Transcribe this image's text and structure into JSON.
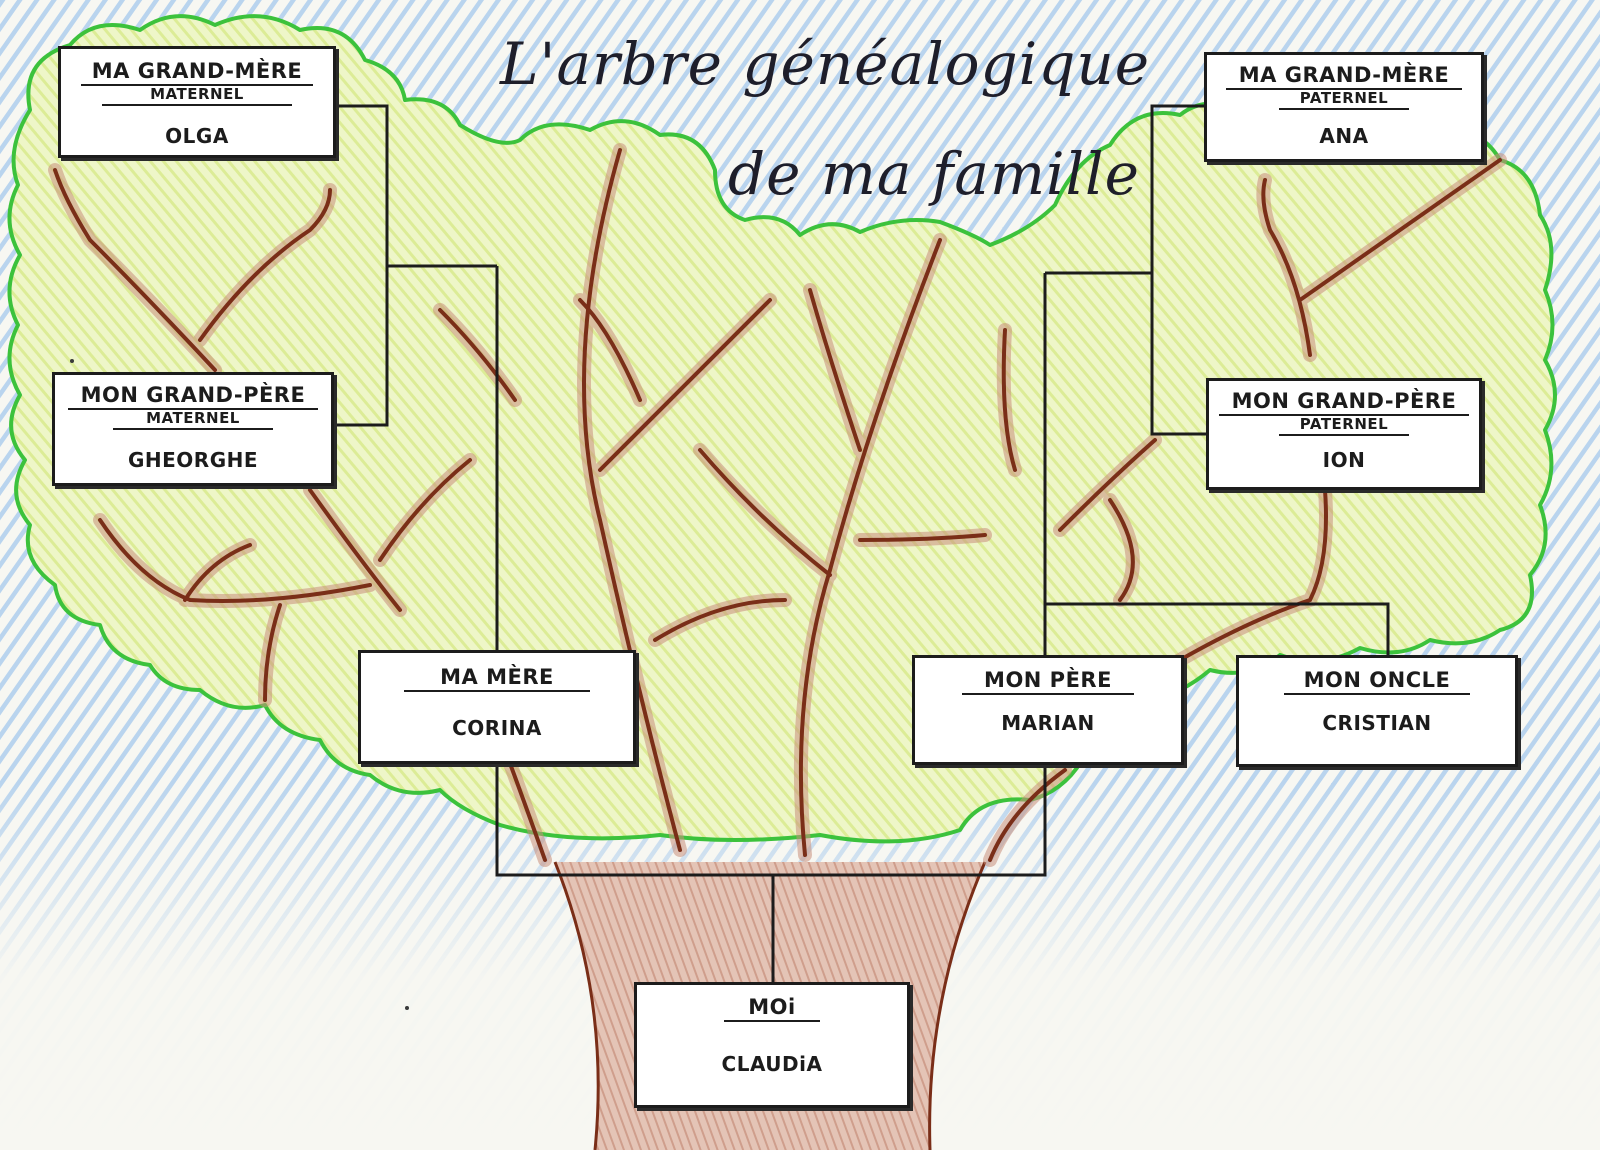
{
  "title": {
    "line1": "L'arbre généalogique",
    "line2": "de ma famille"
  },
  "people": {
    "grandmother_maternal": {
      "role": "MA GRAND-MÈRE",
      "side": "MATERNEL",
      "name": "OLGA"
    },
    "grandfather_maternal": {
      "role": "MON GRAND-PÈRE",
      "side": "MATERNEL",
      "name": "GHEORGHE"
    },
    "grandmother_paternal": {
      "role": "MA GRAND-MÈRE",
      "side": "PATERNEL",
      "name": "ANA"
    },
    "grandfather_paternal": {
      "role": "MON GRAND-PÈRE",
      "side": "PATERNEL",
      "name": "ION"
    },
    "mother": {
      "role": "MA MÈRE",
      "name": "CORINA"
    },
    "father": {
      "role": "MON PÈRE",
      "name": "MARIAN"
    },
    "uncle": {
      "role": "MON ONCLE",
      "name": "CRISTIAN"
    },
    "me": {
      "role": "MOi",
      "name": "CLAUDiA"
    }
  },
  "colors": {
    "sky": "#b9d4ee",
    "foliage": "#e3f0a8",
    "foliage_outline": "#3cc23c",
    "branch": "#7a2e18",
    "branch_shadow": "#c9907c",
    "trunk": "#d8b0a0",
    "trunk_outline": "#7a2e18",
    "connector": "#1c1c1c"
  }
}
